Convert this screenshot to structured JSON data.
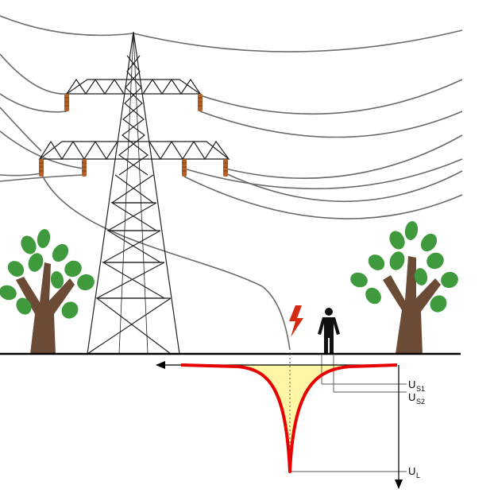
{
  "labels": {
    "us1_main": "U",
    "us1_sub": "S1",
    "us2_main": "U",
    "us2_sub": "S2",
    "ul_main": "U",
    "ul_sub": "L"
  },
  "colors": {
    "ground": "#000000",
    "wire": "#6b6b6b",
    "tower": "#222222",
    "insulator": "#b0602a",
    "potential_curve": "#e60000",
    "potential_fill": "#fff7a6",
    "lightning": "#d62a10",
    "person": "#111111",
    "tree_trunk": "#6b4b36",
    "tree_leaf": "#3e9a3c"
  },
  "icons": {
    "fault_symbol": "lightning-bolt-icon",
    "person": "person-icon",
    "trees": "tree-icon",
    "tower": "transmission-tower-icon"
  }
}
